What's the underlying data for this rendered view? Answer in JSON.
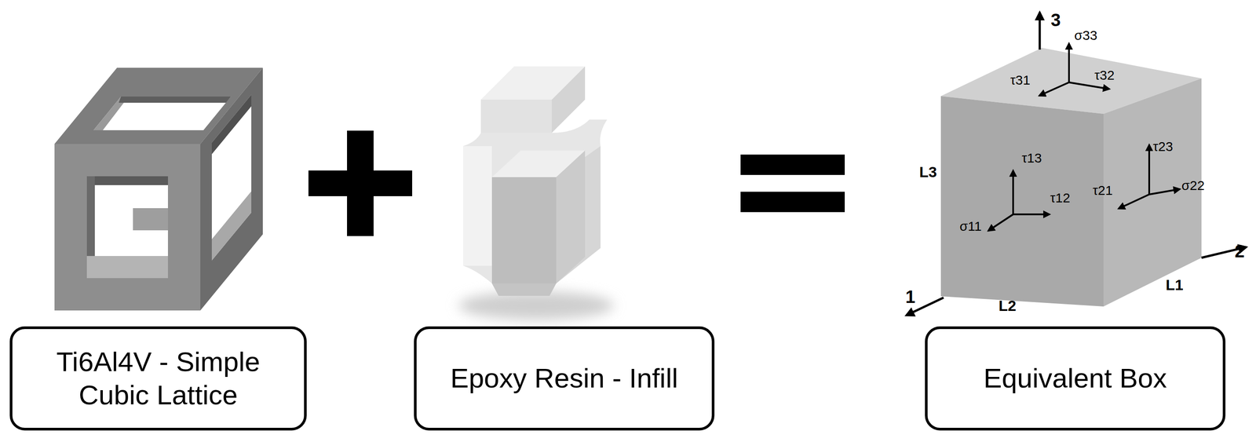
{
  "diagram": {
    "nodes": [
      {
        "text": [
          "Ti6Al4V - Simple Cubic Lattice"
        ]
      },
      {
        "text": [
          "Epoxy Resin - Infill"
        ]
      },
      {
        "text": [
          "Equivalent Box"
        ]
      }
    ],
    "labels": [
      "3",
      "σ33",
      "τ31",
      "τ32",
      "L3",
      "τ13",
      "σ11",
      "τ12",
      "τ23",
      "τ21",
      "σ22",
      "1",
      "L2",
      "L1",
      "2"
    ]
  }
}
